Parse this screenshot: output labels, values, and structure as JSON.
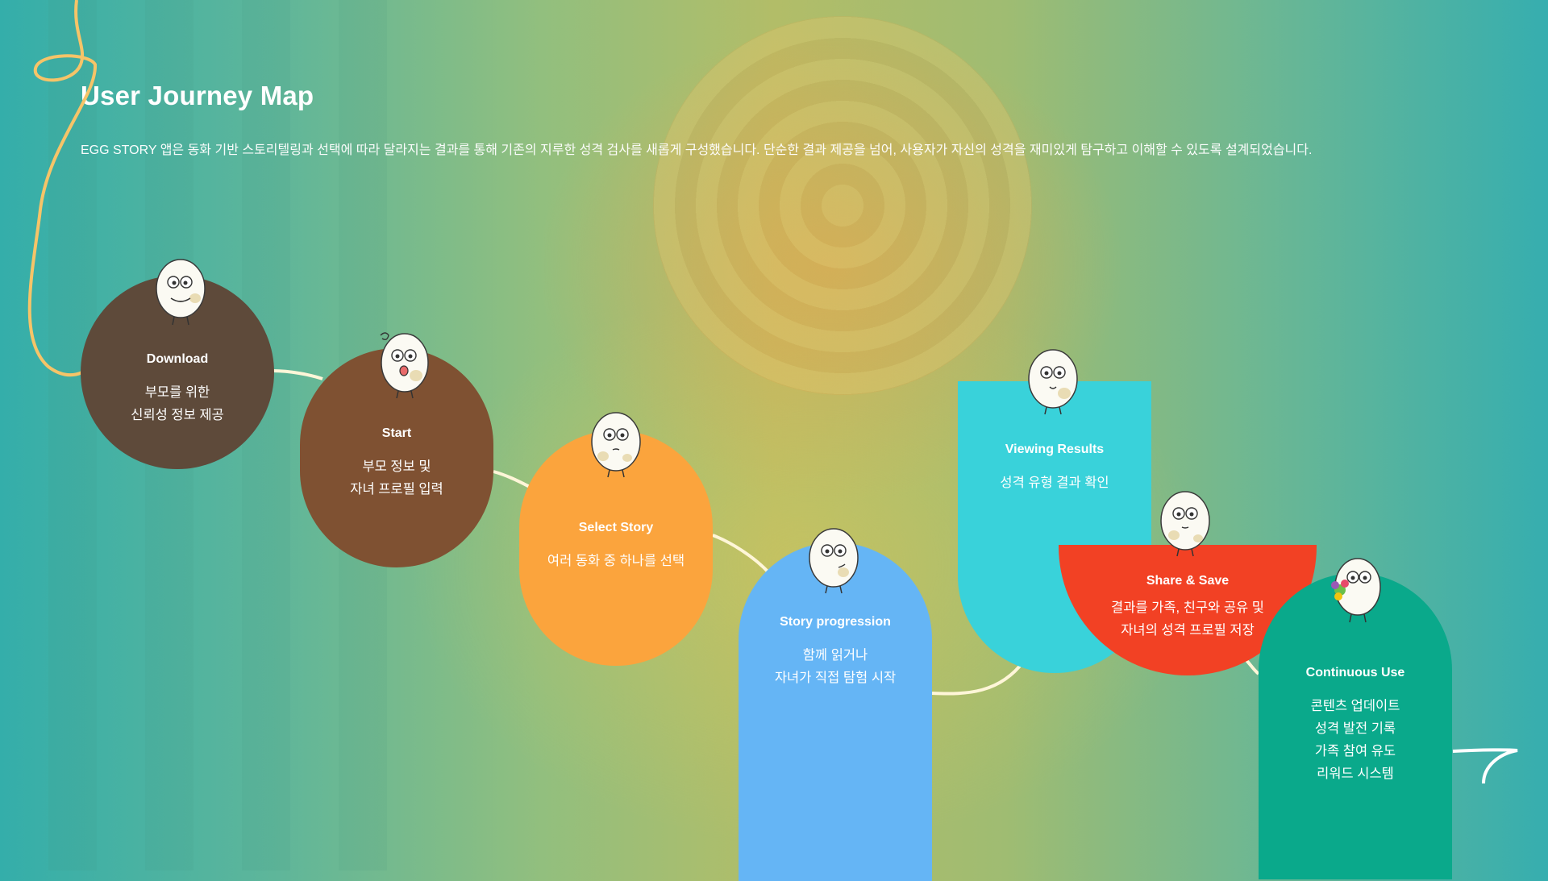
{
  "header": {
    "title": "User Journey Map",
    "description": "EGG STORY 앱은 동화 기반 스토리텔링과 선택에 따라 달라지는 결과를 통해 기존의 지루한 성격 검사를 새롭게 구성했습니다. 단순한 결과 제공을 넘어, 사용자가 자신의 성격을 재미있게 탐구하고 이해할 수 있도록 설계되었습니다."
  },
  "colors": {
    "download": "#5e4a3a",
    "start": "#7f5132",
    "select_story": "#fba43d",
    "story_progression": "#65b5f5",
    "viewing_results": "#39d2da",
    "share_save": "#f24124",
    "continuous_use": "#0aa98b",
    "connector": "#fff6d8",
    "string_accent": "#f6c468"
  },
  "steps": [
    {
      "label": "Download",
      "lines": [
        "부모를 위한",
        "신뢰성 정보 제공"
      ],
      "icon": "egg-character-icon"
    },
    {
      "label": "Start",
      "lines": [
        "부모 정보 및",
        "자녀 프로필 입력"
      ],
      "icon": "egg-character-icon"
    },
    {
      "label": "Select Story",
      "lines": [
        "여러 동화 중 하나를 선택"
      ],
      "icon": "egg-character-icon"
    },
    {
      "label": "Story progression",
      "lines": [
        "함께 읽거나",
        "자녀가 직접 탐험 시작"
      ],
      "icon": "egg-character-icon"
    },
    {
      "label": "Viewing Results",
      "lines": [
        "성격 유형 결과 확인"
      ],
      "icon": "egg-character-icon"
    },
    {
      "label": "Share & Save",
      "lines": [
        "결과를 가족, 친구와 공유 및",
        "자녀의 성격 프로필 저장"
      ],
      "icon": "egg-character-icon"
    },
    {
      "label": "Continuous Use",
      "lines": [
        "콘텐츠 업데이트",
        "성격 발전 기록",
        "가족 참여 유도",
        "리워드 시스템"
      ],
      "icon": "egg-character-with-bouquet-icon"
    }
  ]
}
